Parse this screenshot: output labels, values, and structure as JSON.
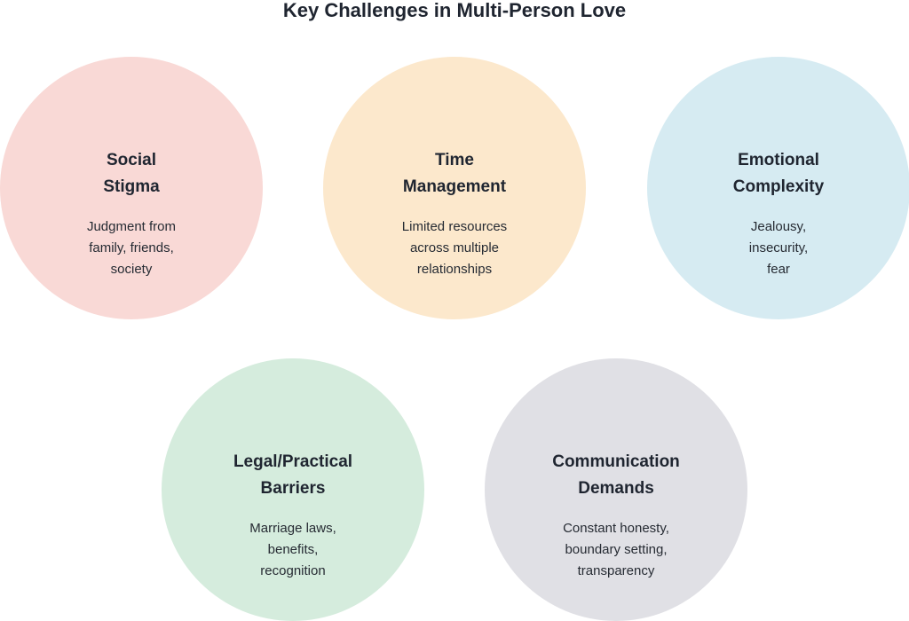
{
  "title": "Key Challenges in Multi-Person Love",
  "challenges": [
    {
      "heading_lines": [
        "Social",
        "Stigma"
      ],
      "body_lines": [
        "Judgment from",
        "family, friends,",
        "society"
      ],
      "color": "#f9d9d6"
    },
    {
      "heading_lines": [
        "Time",
        "Management"
      ],
      "body_lines": [
        "Limited resources",
        "across multiple",
        "relationships"
      ],
      "color": "#fce8cc"
    },
    {
      "heading_lines": [
        "Emotional",
        "Complexity"
      ],
      "body_lines": [
        "Jealousy,",
        "insecurity,",
        "fear"
      ],
      "color": "#d6ebf2"
    },
    {
      "heading_lines": [
        "Legal/Practical",
        "Barriers"
      ],
      "body_lines": [
        "Marriage laws,",
        "benefits,",
        "recognition"
      ],
      "color": "#d5ecdd"
    },
    {
      "heading_lines": [
        "Communication",
        "Demands"
      ],
      "body_lines": [
        "Constant honesty,",
        "boundary setting,",
        "transparency"
      ],
      "color": "#e0e0e5"
    }
  ]
}
